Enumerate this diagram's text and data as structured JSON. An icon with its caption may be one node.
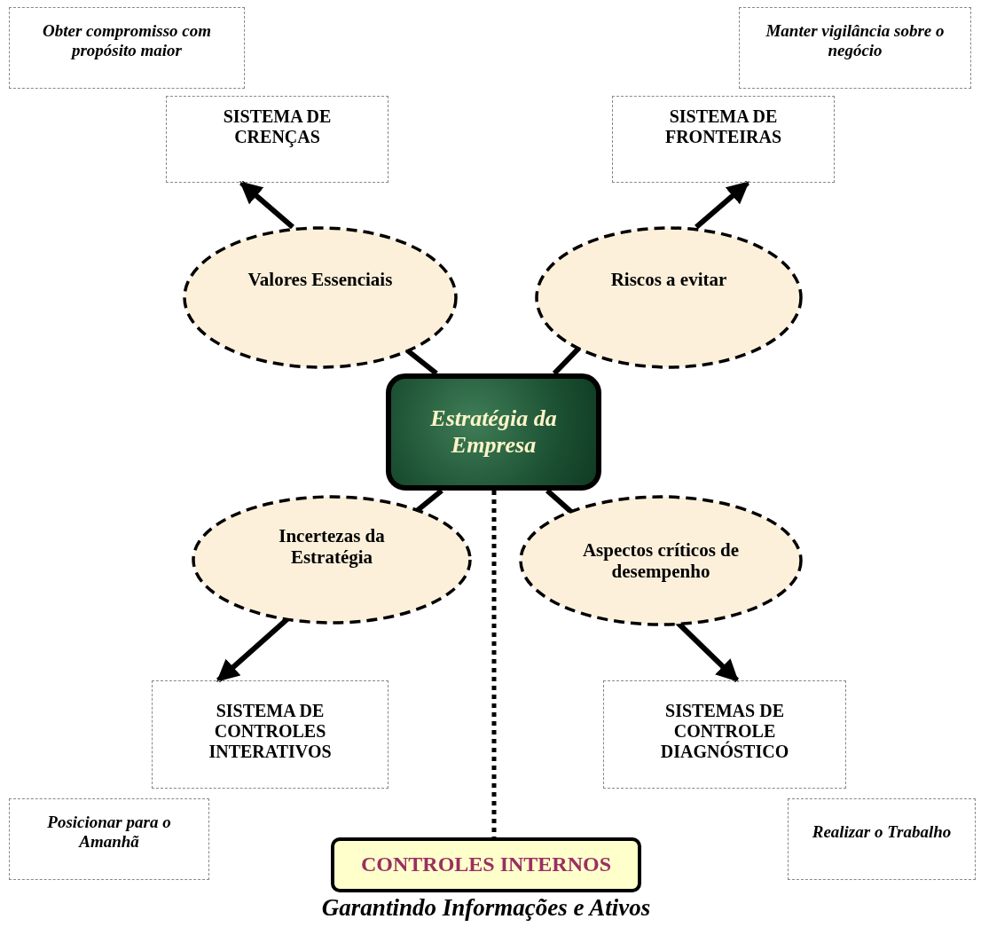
{
  "diagram": {
    "nodes": [
      {
        "text": [
          "Obter compromisso com propósito maior"
        ]
      },
      {
        "text": [
          "Manter vigilância sobre o negócio"
        ]
      },
      {
        "text": [
          "SISTEMA DE CRENÇAS"
        ]
      },
      {
        "text": [
          "SISTEMA  DE FRONTEIRAS"
        ]
      },
      {
        "text": [
          "Valores Essenciais"
        ]
      },
      {
        "text": [
          "Riscos a evitar"
        ]
      },
      {
        "text": [
          "Estratégia da Empresa"
        ]
      },
      {
        "text": [
          "Incertezas da Estratégia"
        ]
      },
      {
        "text": [
          "Aspectos críticos de desempenho"
        ]
      },
      {
        "text": [
          "SISTEMA DE CONTROLES INTERATIVOS"
        ]
      },
      {
        "text": [
          "SISTEMAS DE CONTROLE DIAGNÓSTICO"
        ]
      },
      {
        "text": [
          "Posicionar para o Amanhã"
        ]
      },
      {
        "text": [
          "Realizar o Trabalho"
        ]
      },
      {
        "text": [
          "CONTROLES INTERNOS"
        ],
        "beside": [
          "Garantindo Informações e Ativos"
        ]
      }
    ],
    "edges": [
      {
        "from": 6,
        "to": 4,
        "arrow": "none"
      },
      {
        "from": 6,
        "to": 5,
        "arrow": "none"
      },
      {
        "from": 6,
        "to": 7,
        "arrow": "none"
      },
      {
        "from": 6,
        "to": 8,
        "arrow": "none"
      },
      {
        "from": 4,
        "to": 2,
        "arrow": "to"
      },
      {
        "from": 5,
        "to": 3,
        "arrow": "to"
      },
      {
        "from": 7,
        "to": 9,
        "arrow": "to"
      },
      {
        "from": 8,
        "to": 10,
        "arrow": "to"
      },
      {
        "from": 6,
        "to": 13,
        "arrow": "none",
        "style": "dashed"
      }
    ]
  }
}
